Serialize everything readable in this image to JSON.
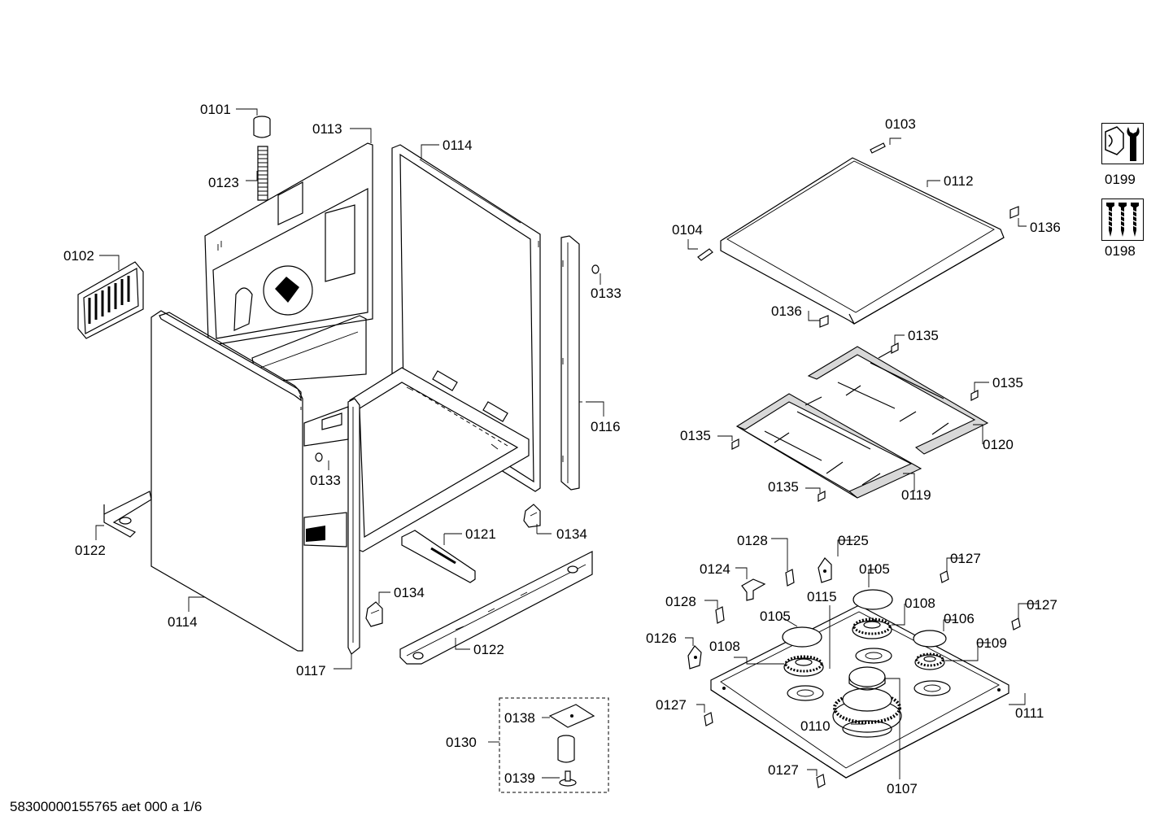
{
  "footer": "58300000155765 aet 000 a 1/6",
  "labels": {
    "l0101": "0101",
    "l0113": "0113",
    "l0114a": "0114",
    "l0123": "0123",
    "l0102": "0102",
    "l0133a": "0133",
    "l0116": "0116",
    "l0133b": "0133",
    "l0122a": "0122",
    "l0121": "0121",
    "l0134a": "0134",
    "l0114b": "0114",
    "l0134b": "0134",
    "l0122b": "0122",
    "l0117": "0117",
    "l0138": "0138",
    "l0130": "0130",
    "l0139": "0139",
    "l0103": "0103",
    "l0112": "0112",
    "l0104": "0104",
    "l0136a": "0136",
    "l0136b": "0136",
    "l0135a": "0135",
    "l0135b": "0135",
    "l0135c": "0135",
    "l0120": "0120",
    "l0135d": "0135",
    "l0119": "0119",
    "l0128a": "0128",
    "l0125": "0125",
    "l0124": "0124",
    "l0105a": "0105",
    "l0127a": "0127",
    "l0115": "0115",
    "l0128b": "0128",
    "l0108a": "0108",
    "l0105b": "0105",
    "l0106": "0106",
    "l0127b": "0127",
    "l0126": "0126",
    "l0108b": "0108",
    "l0109": "0109",
    "l0127c": "0127",
    "l0110": "0110",
    "l0111": "0111",
    "l0127d": "0127",
    "l0107": "0107",
    "l0199": "0199",
    "l0198": "0198"
  },
  "icons": {
    "service": "wrench-nut-icon",
    "screws": "screws-icon"
  }
}
